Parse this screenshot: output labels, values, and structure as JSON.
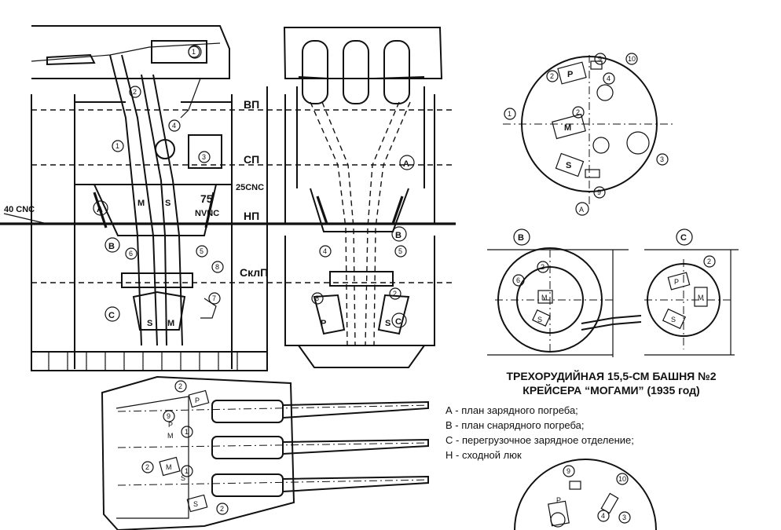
{
  "caption": {
    "line1": "ТРЕХОРУДИЙНАЯ 15,5-СМ БАШНЯ №2",
    "line2": "КРЕЙСЕРА “МОГАМИ” (1935 год)"
  },
  "legend": [
    "А - план зарядного погреба;",
    "В - план снарядного погреба;",
    "С - перегрузочное зарядное отделение;",
    "Н - сходной люк"
  ],
  "deck_labels": {
    "vp": "ВП",
    "sp": "СП",
    "np": "НП",
    "sklp": "СклП"
  },
  "armor_labels": {
    "a40": "40 CNC",
    "a25": "25CNC",
    "a75": "75",
    "nvnc": "NVNC"
  },
  "section_letters": {
    "A": "A",
    "B": "B",
    "C": "C"
  },
  "mark_letters": {
    "M": "M",
    "S": "S",
    "P": "P"
  },
  "callout_numbers": [
    "1",
    "2",
    "3",
    "4",
    "5",
    "6",
    "7",
    "8",
    "9",
    "10"
  ]
}
